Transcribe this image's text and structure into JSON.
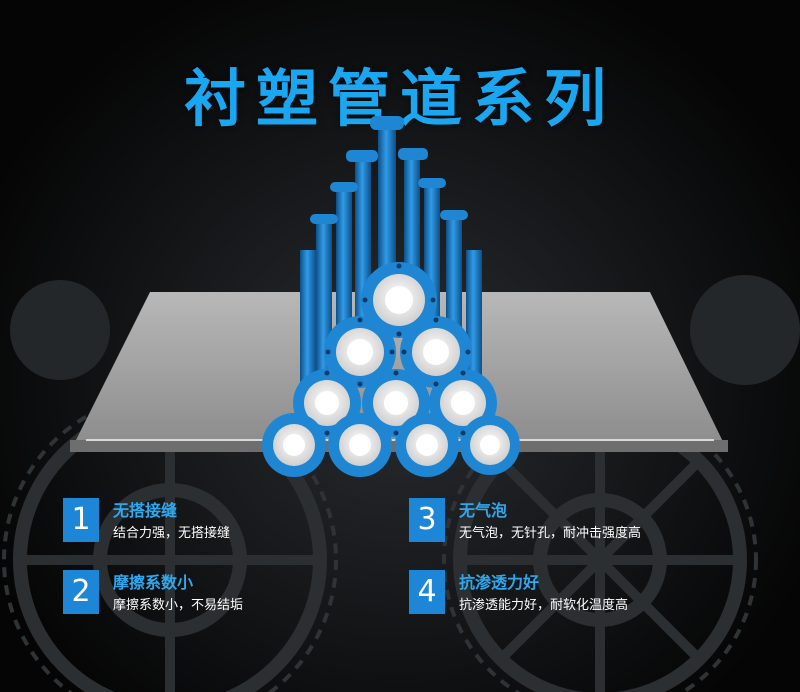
{
  "title": "衬塑管道系列",
  "colors": {
    "accent": "#1aa6f0",
    "badge": "#1e86d6",
    "pipe": "#1f86d4",
    "liner": "#f2f2f2",
    "background": "#000000"
  },
  "features": [
    {
      "number": "1",
      "title": "无搭接缝",
      "desc": "结合力强，无搭接缝"
    },
    {
      "number": "3",
      "title": "无气泡",
      "desc": "无气泡，无针孔，耐冲击强度高"
    },
    {
      "number": "2",
      "title": "摩擦系数小",
      "desc": "摩擦系数小，不易结垢"
    },
    {
      "number": "4",
      "title": "抗渗透力好",
      "desc": "抗渗透能力好，耐软化温度高"
    }
  ]
}
